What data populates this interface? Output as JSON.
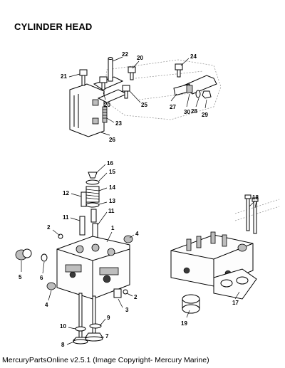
{
  "title": "CYLINDER HEAD",
  "footer": "MercuryPartsOnline v2.5.1 (Image Copyright- Mercury Marine)",
  "callouts": [
    "1",
    "2",
    "3",
    "4",
    "5",
    "6",
    "7",
    "8",
    "9",
    "10",
    "11",
    "12",
    "13",
    "14",
    "15",
    "16",
    "17",
    "18",
    "19",
    "20",
    "21",
    "22",
    "23",
    "24",
    "25",
    "26",
    "27",
    "28",
    "29",
    "30"
  ]
}
